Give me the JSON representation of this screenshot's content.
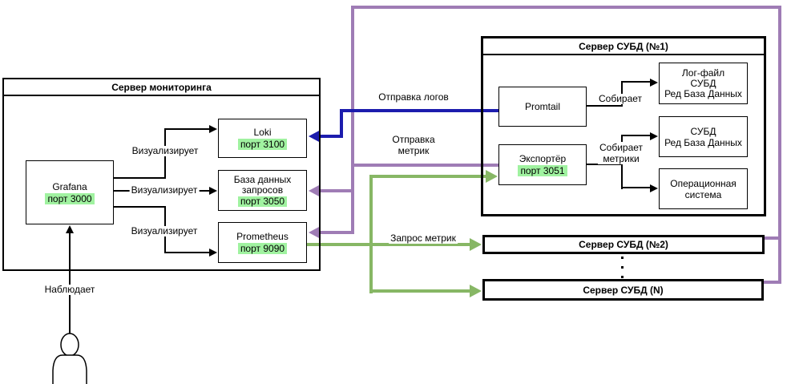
{
  "monitoring": {
    "title": "Сервер мониторинга",
    "grafana_name": "Grafana",
    "grafana_port": "порт 3000",
    "loki_name": "Loki",
    "loki_port": "порт 3100",
    "querydb_line1": "База данных",
    "querydb_line2": "запросов",
    "querydb_port": "порт 3050",
    "prometheus_name": "Prometheus",
    "prometheus_port": "порт 9090"
  },
  "dbms1": {
    "title": "Сервер СУБД (№1)",
    "promtail_name": "Promtail",
    "exporter_name": "Экспортёр",
    "exporter_port": "порт 3051",
    "logfile_line1": "Лог-файл",
    "logfile_line2": "СУБД",
    "logfile_line3": "Ред База Данных",
    "dbms_line1": "СУБД",
    "dbms_line2": "Ред База Данных",
    "os_line1": "Операционная",
    "os_line2": "система"
  },
  "dbms2": {
    "title": "Сервер СУБД (№2)"
  },
  "dbmsN": {
    "title": "Сервер СУБД (N)"
  },
  "edges": {
    "visualizes1": "Визуализирует",
    "visualizes2": "Визуализирует",
    "visualizes3": "Визуализирует",
    "observes": "Наблюдает",
    "send_logs": "Отправка логов",
    "send_metrics_line1": "Отправка",
    "send_metrics_line2": "метрик",
    "request_metrics": "Запрос метрик",
    "collects": "Собирает",
    "collects_metrics_line1": "Собирает",
    "collects_metrics_line2": "метрики"
  },
  "colors": {
    "logs_edge": "#1c1cad",
    "metrics_edge": "#9f7cb5",
    "requests_edge": "#87b765",
    "port_highlight": "#a0f2a0"
  }
}
